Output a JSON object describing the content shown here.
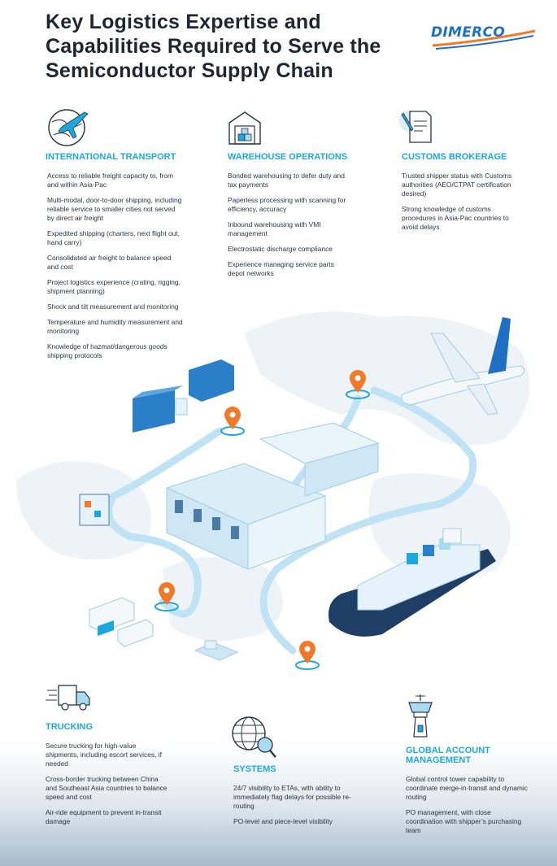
{
  "title": "Key Logistics Expertise and Capabilities Required to Serve the Semiconductor Supply Chain",
  "logo": {
    "text": "DIMERCO"
  },
  "colors": {
    "accent": "#1ea7df",
    "title": "#1d2633",
    "brand": "#1f6fc4",
    "pin": "#f07a2a"
  },
  "sections": {
    "international_transport": {
      "icon": "globe-plane-icon",
      "title": "INTERNATIONAL TRANSPORT",
      "items": [
        "Access to reliable freight capacity to, from and within Asia-Pac",
        "Multi-modal, door-to-door shipping, including reliable service to smaller cities not served by direct air freight",
        "Expedited shipping (charters, next flight out, hand carry)",
        "Consolidated air freight to balance speed and cost",
        "Project logistics experience (crating, rigging, shipment planning)",
        "Shock and tilt measurement and monitoring",
        "Temperature and humidity measurement and monitoring",
        "Knowledge of hazmat/dangerous goods shipping protocols"
      ]
    },
    "warehouse_operations": {
      "icon": "warehouse-icon",
      "title": "WAREHOUSE OPERATIONS",
      "items": [
        "Bonded warehousing to defer duty and tax payments",
        "Paperless processing with scanning for efficiency, accuracy",
        "Inbound warehousing with VMI management",
        "Electrostatic discharge compliance",
        "Experience managing service parts depot networks"
      ]
    },
    "customs_brokerage": {
      "icon": "document-pen-icon",
      "title": "CUSTOMS BROKERAGE",
      "items": [
        "Trusted shipper status with Customs authorities (AEO/CTPAT certification desired)",
        "Strong knowledge of customs procedures in Asia-Pac countries to avoid delays"
      ]
    },
    "trucking": {
      "icon": "truck-icon",
      "title": "TRUCKING",
      "items": [
        "Secure trucking for high-value shipments, including escort services, if needed",
        "Cross-border trucking between China and Southeast Asia countries to balance speed and cost",
        "Air-ride equipment to prevent in-transit damage"
      ]
    },
    "systems": {
      "icon": "globe-magnifier-icon",
      "title": "SYSTEMS",
      "items": [
        "24/7 visibility to ETAs, with ability to immediately flag delays for possible re-routing",
        "PO-level and piece-level visibility"
      ]
    },
    "global_account": {
      "icon": "control-tower-icon",
      "title": "GLOBAL ACCOUNT MANAGEMENT",
      "items": [
        "Global control tower capability to coordinate merge-in-transit and dynamic routing",
        "PO management, with close coordination with shipper’s purchasing team"
      ]
    }
  }
}
